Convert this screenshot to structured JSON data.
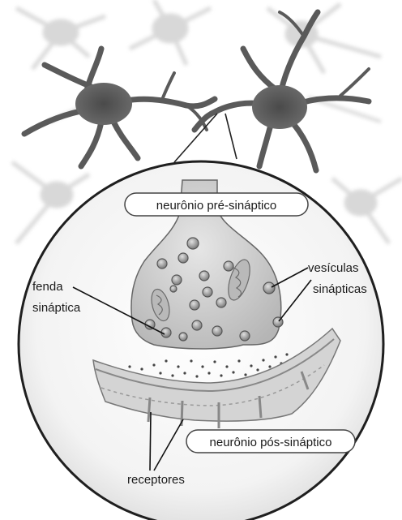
{
  "labels": {
    "pre_synaptic": "neurônio pré-sináptico",
    "post_synaptic": "neurônio pós-sináptico",
    "cleft_line1": "fenda",
    "cleft_line2": "sináptica",
    "vesicles_line1": "vesículas",
    "vesicles_line2": "sinápticas",
    "receptors": "receptores"
  },
  "colors": {
    "neuron_fill": "#5e5e5e",
    "background_neurons": "#c9c9c9",
    "circle_fill": "#f2f2f2",
    "terminal_fill": "#cfcfcf",
    "post_fill": "#d6d6d6",
    "vesicle_fill": "#9a9a9a"
  }
}
